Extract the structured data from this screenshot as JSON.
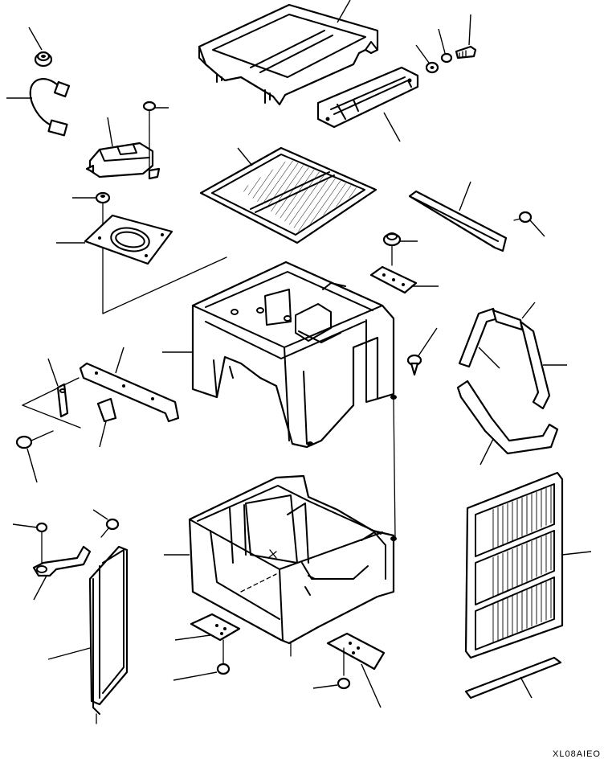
{
  "figure": {
    "corner_code": "XL08AIEO",
    "line_color": "#000000",
    "background": "#ffffff"
  },
  "parts": [
    {
      "id": "top-frame-cover"
    },
    {
      "id": "grommet"
    },
    {
      "id": "wiring-harness"
    },
    {
      "id": "screw-top"
    },
    {
      "id": "sensor-module"
    },
    {
      "id": "nut"
    },
    {
      "id": "washer"
    },
    {
      "id": "bolt"
    },
    {
      "id": "channel-bracket"
    },
    {
      "id": "upper-filter"
    },
    {
      "id": "bolt-left"
    },
    {
      "id": "gasket-plate"
    },
    {
      "id": "long-strip"
    },
    {
      "id": "screw-strip"
    },
    {
      "id": "clip-screw"
    },
    {
      "id": "small-plate"
    },
    {
      "id": "upper-case"
    },
    {
      "id": "screw-right"
    },
    {
      "id": "loop-bracket"
    },
    {
      "id": "strap"
    },
    {
      "id": "u-band"
    },
    {
      "id": "stay-bracket"
    },
    {
      "id": "clip-a"
    },
    {
      "id": "clip-b"
    },
    {
      "id": "bolt-stay"
    },
    {
      "id": "nut-small"
    },
    {
      "id": "screw-small"
    },
    {
      "id": "hose-bracket"
    },
    {
      "id": "lower-case"
    },
    {
      "id": "outer-filter"
    },
    {
      "id": "condenser-panel"
    },
    {
      "id": "mount-plate-left"
    },
    {
      "id": "mount-plate-right"
    },
    {
      "id": "bolt-mount-left"
    },
    {
      "id": "bolt-mount-right"
    },
    {
      "id": "seal-strip"
    }
  ]
}
